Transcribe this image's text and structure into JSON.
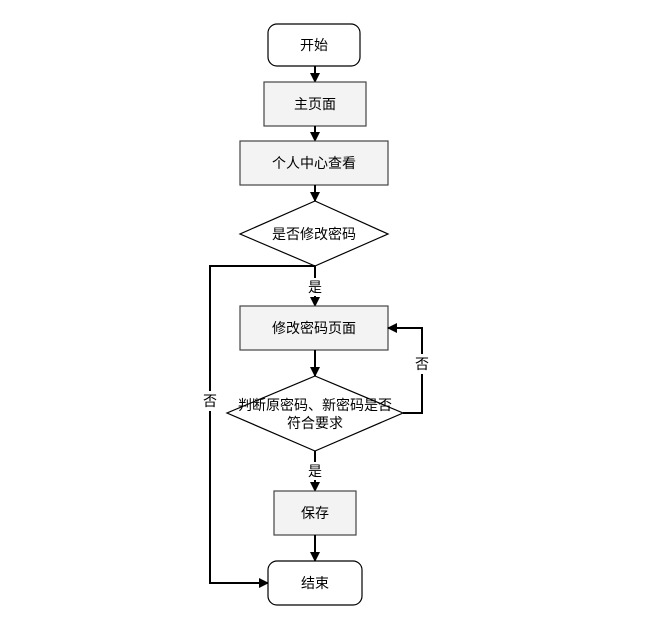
{
  "flowchart": {
    "nodes": {
      "start": "开始",
      "home": "主页面",
      "profile": "个人中心查看",
      "decision_change": "是否修改密码",
      "change_page": "修改密码页面",
      "check_line1": "判断原密码、新密码是否",
      "check_line2": "符合要求",
      "save": "保存",
      "end": "结束"
    },
    "edge_labels": {
      "yes_1": "是",
      "no_1": "否",
      "yes_2": "是",
      "no_2": "否"
    }
  }
}
